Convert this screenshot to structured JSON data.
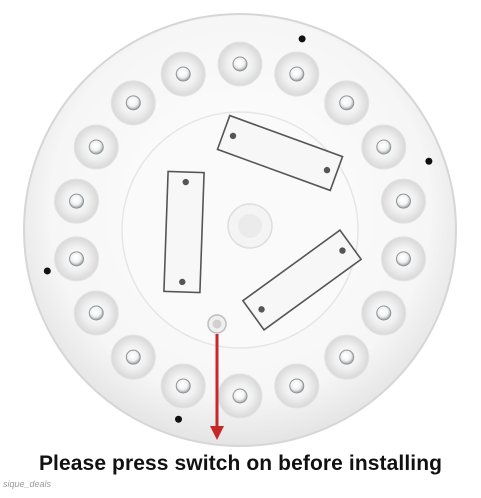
{
  "caption": "Please press switch on before installing",
  "watermark": "sique_deals",
  "colors": {
    "body": "#f3f3f3",
    "rim": "#dcdcdc",
    "led_cup": "#e8e8e8",
    "led_core": "#ffffff",
    "arrow": "#c62828",
    "screw": "#555555"
  },
  "led_count": 18,
  "battery_cover_count": 3,
  "icons": {
    "arrow": "red-down-arrow-icon",
    "switch": "power-switch-icon",
    "led": "led-bulb-icon"
  }
}
